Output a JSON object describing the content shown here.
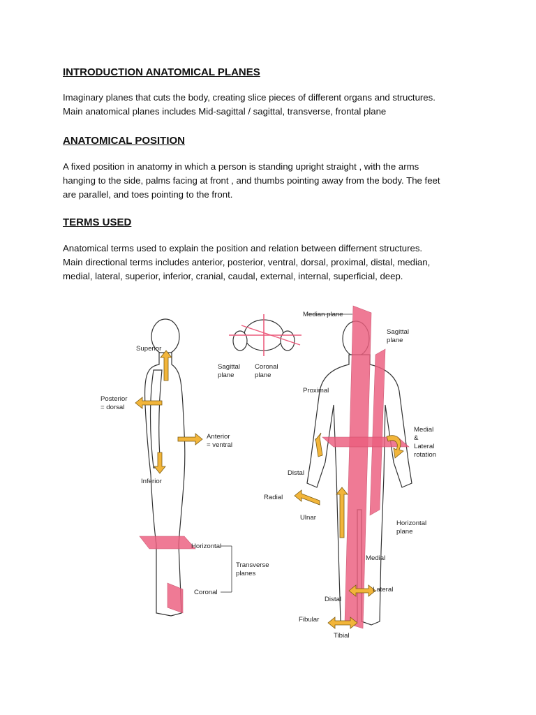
{
  "section1": {
    "heading": "INTRODUCTION ANATOMICAL PLANES",
    "lines": [
      "Imaginary planes that cuts the body, creating slice pieces of different organs and structures.",
      "Main anatomical planes includes Mid-sagittal / sagittal, transverse, frontal plane"
    ]
  },
  "section2": {
    "heading": "ANATOMICAL POSITION",
    "lines": [
      "A fixed position in anatomy in which a person is standing upright straight , with the arms",
      "hanging to the side, palms facing at front , and thumbs pointing away from the body. The feet",
      "are parallel, and toes pointing to the front."
    ]
  },
  "section3": {
    "heading": "TERMS USED",
    "lines": [
      "Anatomical terms used to explain the position and relation between differnent structures.",
      "Main directional terms includes anterior, posterior, ventral, dorsal, proximal, distal, median,",
      "medial, lateral, superior, inferior, cranial, caudal, external, internal, superficial, deep."
    ]
  },
  "figure": {
    "colors": {
      "plane": "#ec5e7e",
      "arrow": "#f2b53a"
    },
    "labels": {
      "superior": "Superior",
      "posterior_1": "Posterior",
      "posterior_2": "= dorsal",
      "anterior_1": "Anterior",
      "anterior_2": "= ventral",
      "inferior": "Inferior",
      "horizontal": "Horizontal",
      "transverse_1": "Transverse",
      "transverse_2": "planes",
      "coronal": "Coronal",
      "median_plane": "Median plane",
      "sagittal_head_1": "Sagittal",
      "sagittal_head_2": "plane",
      "coronal_head_1": "Coronal",
      "coronal_head_2": "plane",
      "sagittal_plane_1": "Sagittal",
      "sagittal_plane_2": "plane",
      "proximal": "Proximal",
      "medial_rot_1": "Medial",
      "medial_rot_2": "&",
      "medial_rot_3": "Lateral",
      "medial_rot_4": "rotation",
      "distal_arm": "Distal",
      "radial": "Radial",
      "ulnar": "Ulnar",
      "horizontal_plane_1": "Horizontal",
      "horizontal_plane_2": "plane",
      "medial": "Medial",
      "lateral": "Lateral",
      "distal_leg": "Distal",
      "fibular": "Fibular",
      "tibial": "Tibial"
    }
  }
}
